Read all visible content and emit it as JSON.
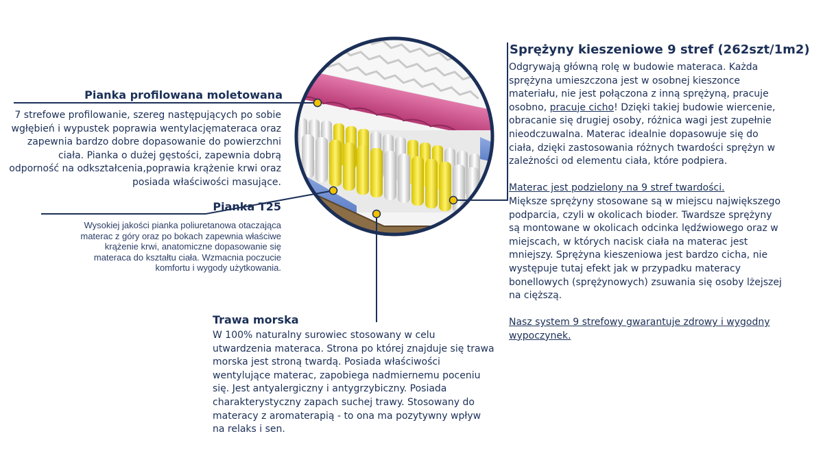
{
  "colors": {
    "navy": "#1b2f57",
    "dot": "#f2c200",
    "foam_pink": "#cf4a86",
    "foam_blue": "#6f8fd0",
    "seagrass": "#8b6e46"
  },
  "icons": [
    "callout-dot-icon"
  ],
  "left": {
    "pianka_profilowana": {
      "title": "Pianka profilowana moletowana",
      "lines": [
        "7 strefowe profilowanie, szereg następujących po sobie",
        "wgłębień i wypustek poprawia wentylacjęmateraca oraz",
        "zapewnia bardzo dobre dopasowanie do powierzchni",
        "ciała. Pianka o dużej gęstości, zapewnia dobrą",
        "odporność na odkształcenia,poprawia krążenie krwi oraz",
        "posiada właściwości masujące."
      ]
    },
    "pianka_t25": {
      "title": "Pianka T25",
      "lines": [
        "Wysokiej jakości pianka poliuretanowa otaczająca",
        "materac z góry oraz po bokach zapewnia właściwe",
        "krążenie krwi, anatomiczne dopasowanie się",
        "materaca do kształtu ciała. Wzmacnia poczucie",
        "komfortu i wygody użytkowania."
      ]
    }
  },
  "bottom": {
    "trawa_morska": {
      "title": "Trawa morska",
      "lines": [
        "W 100% naturalny surowiec stosowany w celu",
        "utwardzenia materaca. Strona po której znajduje się trawa",
        "morska jest stroną twardą. Posiada właściwości",
        "wentylujące materac,  zapobiega nadmiernemu poceniu",
        "się. Jest antyalergiczny i antygrzybiczny. Posiada",
        "charakterystyczny zapach suchej trawy. Stosowany do",
        "materacy z aromaterapią - to ona ma pozytywny wpływ",
        "na relaks i sen."
      ]
    }
  },
  "right": {
    "title": "Sprężyny kieszeniowe 9 stref (262szt/1m2)",
    "p1_lines": [
      "Odgrywają główną rolę w budowie materaca. Każda",
      "sprężyna umieszczona jest w osobnej kieszonce",
      "materiału, nie jest połączona z inną sprężyną, pracuje"
    ],
    "p1_line4_before": "osobno, ",
    "p1_line4_link": "pracuje cicho",
    "p1_line4_after": "! Dzięki takiej budowie wiercenie,",
    "p1_lines_rest": [
      "obracanie się drugiej osoby, różnica wagi jest zupełnie",
      "nieodczuwalna. Materac idealnie dopasowuje się do",
      "ciała, dzięki zastosowania różnych twardości sprężyn w",
      "zależności od elementu ciała, które podpiera."
    ],
    "p2_link": "Materac jest podzielony na 9 stref twardości.",
    "p2_lines": [
      "Miększe sprężyny stosowane są w miejscu największego",
      "podparcia, czyli w okolicach bioder. Twardsze sprężyny",
      "są montowane w okolicach odcinka lędźwiowego oraz w",
      "miejscach, w których nacisk ciała na materac jest",
      "mniejszy. Sprężyna kieszeniowa jest bardzo cicha, nie",
      "występuje tutaj efekt jak w przypadku materacy",
      "bonellowych (sprężynowych) zsuwania się osoby lżejszej",
      "na cięższą."
    ],
    "p3_link_lines": [
      "Nasz system 9 strefowy gwarantuje zdrowy i wygodny",
      "wypoczynek."
    ]
  }
}
